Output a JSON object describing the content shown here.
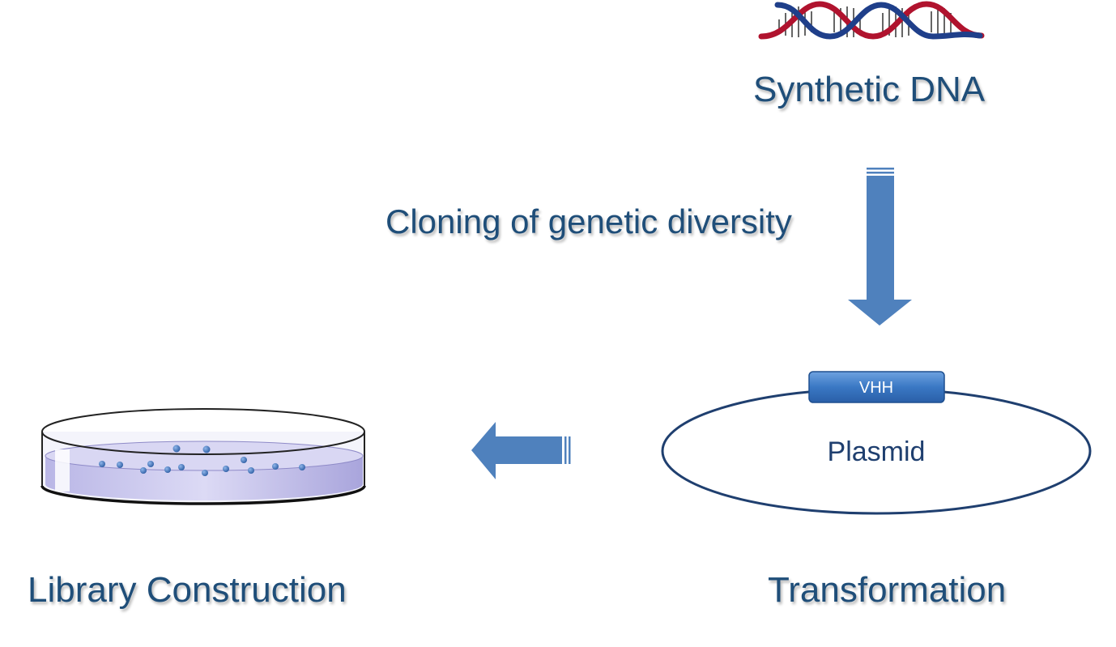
{
  "labels": {
    "synthetic_dna": "Synthetic DNA",
    "cloning": "Cloning of genetic diversity",
    "library_construction": "Library Construction",
    "transformation": "Transformation"
  },
  "plasmid": {
    "name": "Plasmid",
    "insert": "VHH"
  },
  "colors": {
    "text": "#1f4e79",
    "arrow": "#4f81bd",
    "dna_red": "#b0132e",
    "dna_blue": "#1f3f8a",
    "plasmid_outline": "#1f3f6f",
    "vhh_box": "#3a78c4",
    "dish_medium": "#c8c6ec",
    "colony": "#3f73b8"
  },
  "icons": {
    "dna": "dna-helix-icon",
    "dish": "petri-dish-icon",
    "arrow_down": "arrow-down-icon",
    "arrow_left": "arrow-left-icon"
  }
}
